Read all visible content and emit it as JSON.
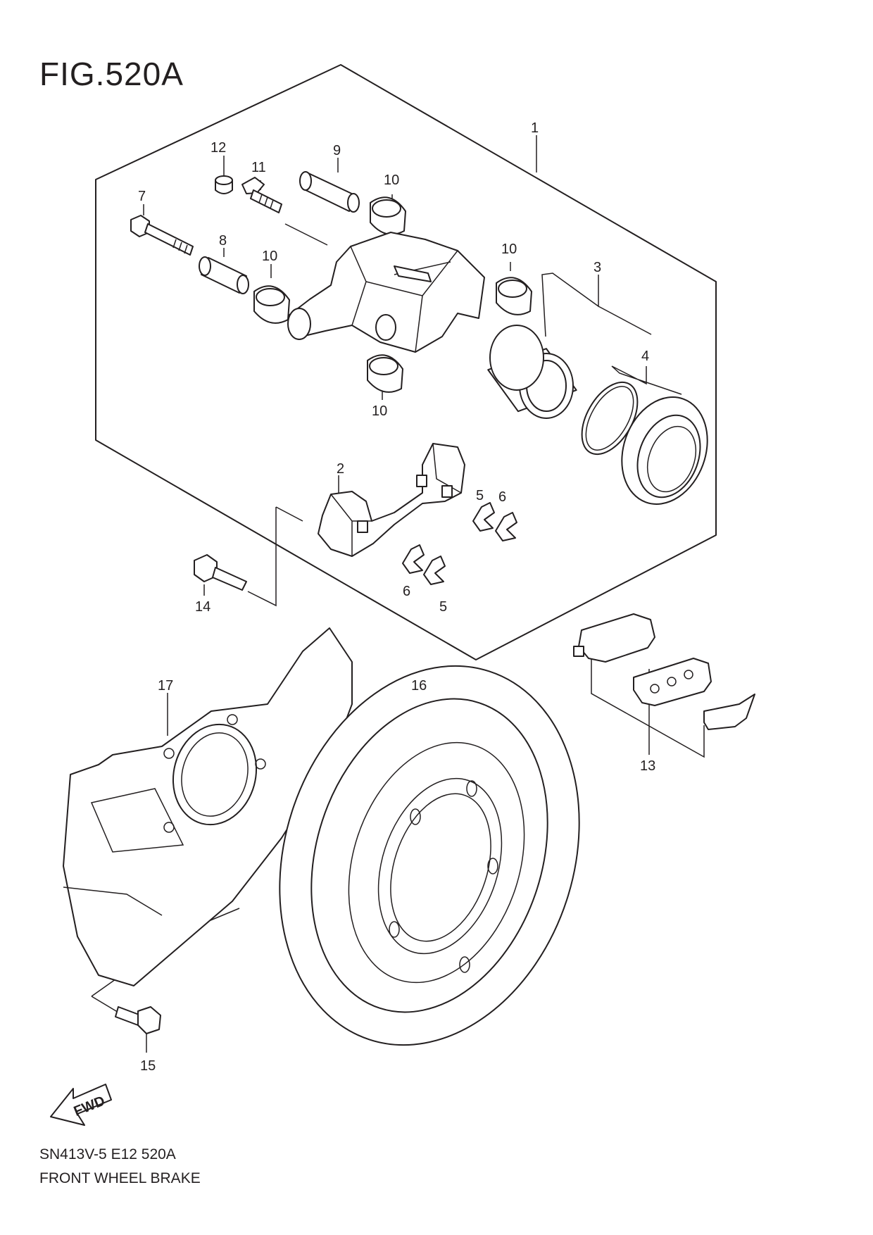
{
  "figure": {
    "title": "FIG.520A"
  },
  "footer": {
    "code": "SN413V-5 E12 520A",
    "name": "FRONT WHEEL BRAKE"
  },
  "fwd_arrow": {
    "label": "FWD"
  },
  "callouts": [
    {
      "id": "c1",
      "label": "1"
    },
    {
      "id": "c2",
      "label": "2"
    },
    {
      "id": "c3",
      "label": "3"
    },
    {
      "id": "c4",
      "label": "4"
    },
    {
      "id": "c5a",
      "label": "5"
    },
    {
      "id": "c5b",
      "label": "5"
    },
    {
      "id": "c6a",
      "label": "6"
    },
    {
      "id": "c6b",
      "label": "6"
    },
    {
      "id": "c7",
      "label": "7"
    },
    {
      "id": "c8",
      "label": "8"
    },
    {
      "id": "c9",
      "label": "9"
    },
    {
      "id": "c10a",
      "label": "10"
    },
    {
      "id": "c10b",
      "label": "10"
    },
    {
      "id": "c10c",
      "label": "10"
    },
    {
      "id": "c10d",
      "label": "10"
    },
    {
      "id": "c11",
      "label": "11"
    },
    {
      "id": "c12",
      "label": "12"
    },
    {
      "id": "c13",
      "label": "13"
    },
    {
      "id": "c14",
      "label": "14"
    },
    {
      "id": "c15",
      "label": "15"
    },
    {
      "id": "c16",
      "label": "16"
    },
    {
      "id": "c17",
      "label": "17"
    }
  ]
}
